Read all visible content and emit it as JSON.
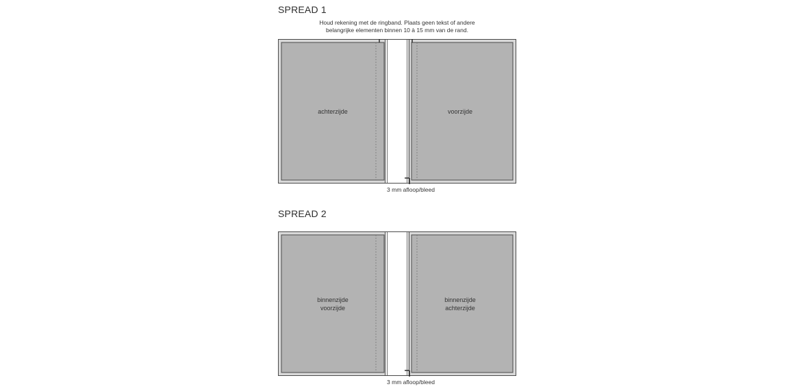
{
  "spreads": [
    {
      "title": "SPREAD 1",
      "note_lines": [
        "Houd rekening met de ringband. Plaats geen tekst of andere",
        "belangrijke elementen binnen 10 à 15 mm van de rand."
      ],
      "left_page_lines": [
        "achterzijde"
      ],
      "right_page_lines": [
        "voorzijde"
      ],
      "bleed_label": "3 mm afloop/bleed"
    },
    {
      "title": "SPREAD 2",
      "left_page_lines": [
        "binnenzijde",
        "voorzijde"
      ],
      "right_page_lines": [
        "binnenzijde",
        "achterzijde"
      ],
      "bleed_label": "3 mm afloop/bleed"
    }
  ],
  "colors": {
    "page_fill": "#b3b3b3",
    "frame_fill": "#d9d9d9",
    "outline": "#4a4a4a",
    "spine_fill": "#ffffff"
  }
}
